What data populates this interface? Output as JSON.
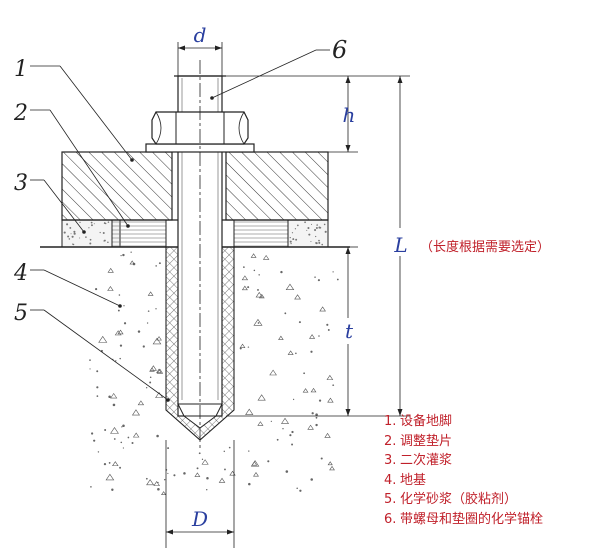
{
  "dimensions": {
    "d": "d",
    "h": "h",
    "L": "L",
    "t": "t",
    "D": "D"
  },
  "callouts": [
    "1",
    "2",
    "3",
    "4",
    "5",
    "6"
  ],
  "length_note": "（长度根据需要选定）",
  "legend": [
    {
      "num": "1.",
      "text": "设备地脚"
    },
    {
      "num": "2.",
      "text": "调整垫片"
    },
    {
      "num": "3.",
      "text": "二次灌浆"
    },
    {
      "num": "4.",
      "text": "地基"
    },
    {
      "num": "5.",
      "text": "化学砂浆（胶粘剂）"
    },
    {
      "num": "6.",
      "text": "带螺母和垫圈的化学锚栓"
    }
  ],
  "colors": {
    "dimension_text": "#2a3f9f",
    "legend_text": "#c0202a",
    "line": "#1a1a1a"
  }
}
